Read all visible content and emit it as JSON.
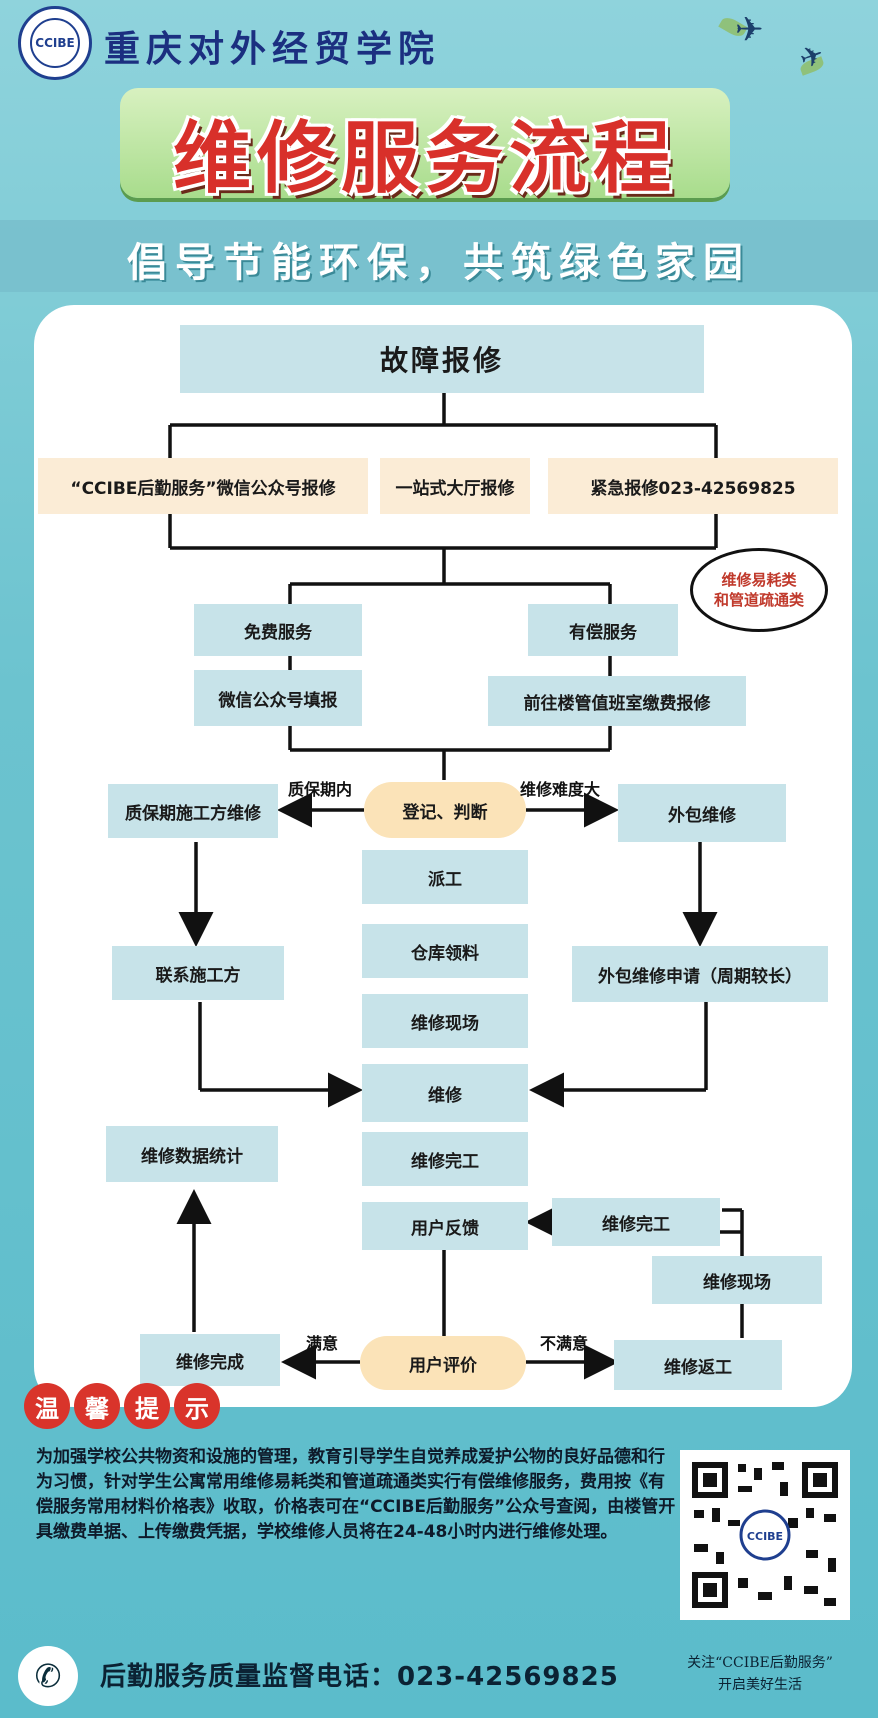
{
  "header": {
    "logo_text": "CCIBE",
    "school_name": "重庆对外经贸学院",
    "title": "维修服务流程",
    "slogan": "倡导节能环保，共筑绿色家园"
  },
  "flow": {
    "start": "故障报修",
    "channels": [
      "“CCIBE后勤服务”微信公众号报修",
      "一站式大厅报修",
      "紧急报修023-42569825"
    ],
    "bubble": [
      "维修易耗类",
      "和管道疏通类"
    ],
    "free_service": "免费服务",
    "free_report": "微信公众号填报",
    "paid_service": "有偿服务",
    "paid_pay": "前往楼管值班室缴费报修",
    "register": "登记、判断",
    "label_warranty": "质保期内",
    "label_difficult": "维修难度大",
    "warranty_repair": "质保期施工方维修",
    "contact_builder": "联系施工方",
    "outsource": "外包维修",
    "outsource_apply": "外包维修申请（周期较长）",
    "center_steps": [
      "派工",
      "仓库领料",
      "维修现场",
      "维修",
      "维修完工",
      "用户反馈"
    ],
    "stats": "维修数据统计",
    "return_done": "维修完工",
    "return_site": "维修现场",
    "rework": "维修返工",
    "evaluate": "用户评价",
    "label_satisfied": "满意",
    "label_unsatisfied": "不满意",
    "complete": "维修完成"
  },
  "tips": {
    "chars": [
      "温",
      "馨",
      "提",
      "示"
    ],
    "body": "为加强学校公共物资和设施的管理，教育引导学生自觉养成爱护公物的良好品德和行为习惯，针对学生公寓常用维修易耗类和管道疏通类实行有偿维修服务，费用按《有偿服务常用材料价格表》收取，价格表可在“CCIBE后勤服务”公众号查阅，由楼管开具缴费单据、上传缴费凭据，学校维修人员将在24-48小时内进行维修处理。"
  },
  "footer": {
    "hotline": "后勤服务质量监督电话：023-42569825",
    "follow_line1": "关注“CCIBE后勤服务”",
    "follow_line2": "开启美好生活"
  },
  "colors": {
    "box": "#c7e3e9",
    "cream": "#fbecd6",
    "accent_red": "#d9342b",
    "pill": "#fbe3b8"
  }
}
